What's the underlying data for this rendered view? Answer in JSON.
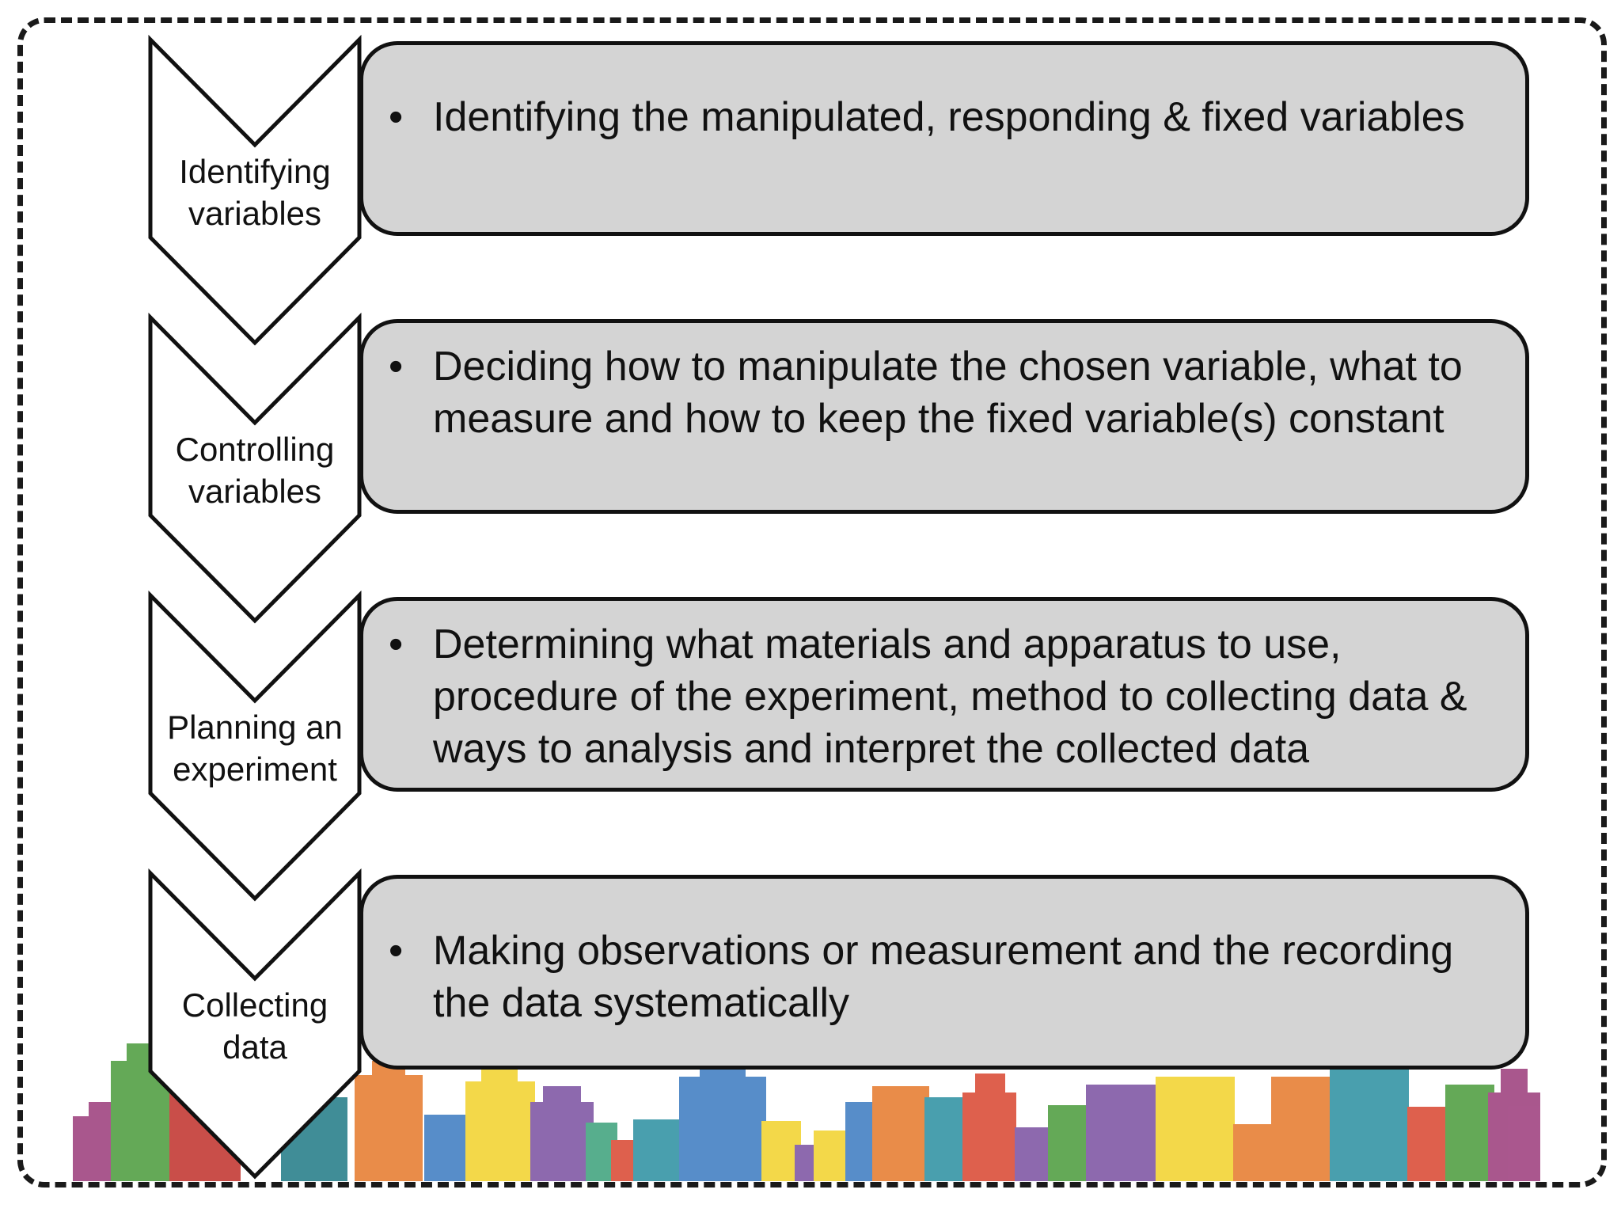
{
  "steps": [
    {
      "label": "Identifying variables",
      "description": "Identifying the manipulated, responding & fixed variables"
    },
    {
      "label": "Controlling variables",
      "description": "Deciding how to manipulate the chosen variable, what to measure and how to keep the fixed variable(s) constant"
    },
    {
      "label": "Planning an experiment",
      "description": "Determining what materials and apparatus to use, procedure of the experiment, method to collecting data & ways to analysis and interpret the collected data"
    },
    {
      "label": "Collecting data",
      "description": "Making observations or measurement and the recording the data systematically"
    }
  ],
  "colors": {
    "chevron_fill": "#ffffff",
    "box_fill": "#d4d4d4",
    "outline": "#111111",
    "bottles": [
      "#9b3a7a",
      "#4a9b3a",
      "#e0a428",
      "#2a8fa0",
      "#d9452e",
      "#f2d22a",
      "#7a4fa0",
      "#e6792a",
      "#3a7ac0",
      "#3aa07a"
    ]
  }
}
